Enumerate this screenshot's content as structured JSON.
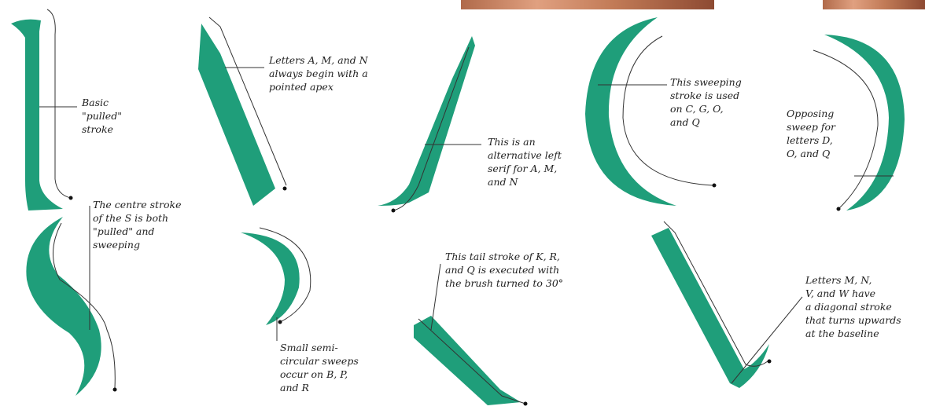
{
  "colors": {
    "stroke_green": "#1f9e7a",
    "guide_line": "#333333",
    "background": "#ffffff",
    "photo_tint": "#c98562"
  },
  "labels": {
    "pulled_stroke": "Basic\n\"pulled\"\nstroke",
    "pointed_apex": "Letters A, M, and N\nalways begin with a\npointed apex",
    "alt_left_serif": "This is an\nalternative left\nserif for A, M,\nand N",
    "sweeping_stroke": "This sweeping\nstroke is used\non C, G, O,\nand Q",
    "opposing_sweep": "Opposing\nsweep for\nletters D,\nO, and Q",
    "centre_stroke_s": "The centre stroke\nof the S is both\n\"pulled\" and\nsweeping",
    "semicircular_sweeps": "Small semi-\ncircular sweeps\noccur on B, P,\nand R",
    "tail_stroke": "This tail stroke of K, R,\nand Q is executed with\nthe brush turned to 30°",
    "diagonal_stroke": "Letters M, N,\nV, and W have\na diagonal stroke\nthat turns upwards\nat the baseline"
  }
}
